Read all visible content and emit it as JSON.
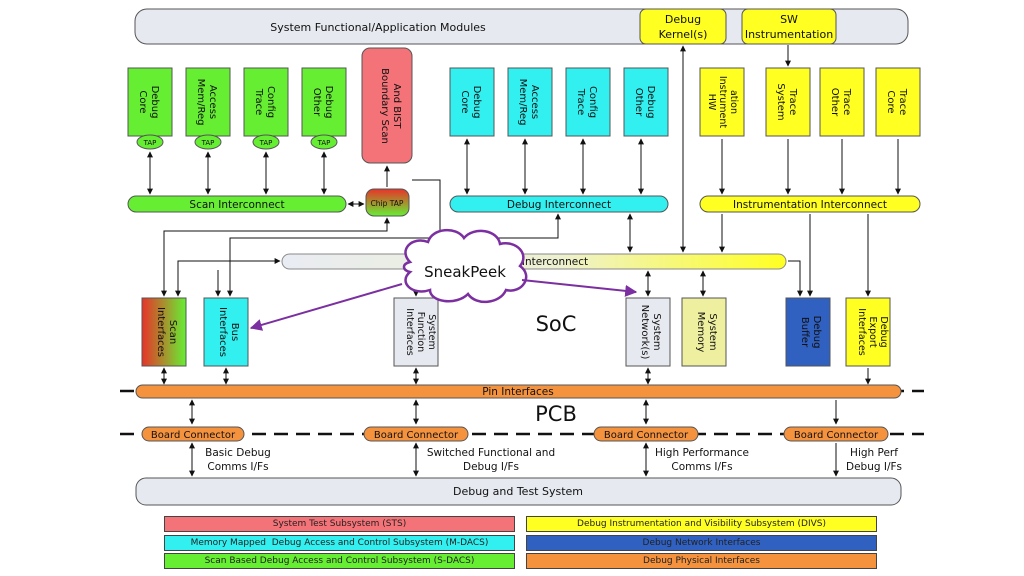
{
  "colors": {
    "sts": "#f47378",
    "mdacs": "#33f0f0",
    "sdacs": "#66ee33",
    "divs": "#ffff22",
    "dni": "#3060c0",
    "dpi": "#f5923e",
    "grey": "#e6e9f0",
    "sneakpeek_border": "#7b2fa0"
  },
  "top": {
    "system_modules": "System Functional/Application Modules",
    "debug_kernel": [
      "Debug",
      "Kernel(s)"
    ],
    "sw_instrumentation": [
      "SW",
      "Instrumentation"
    ]
  },
  "scan_group": {
    "blocks": [
      [
        "Core",
        "Debug"
      ],
      [
        "Mem/Reg",
        "Access"
      ],
      [
        "Trace",
        "Config"
      ],
      [
        "Other",
        "Debug"
      ]
    ],
    "tap": "TAP",
    "interconnect": "Scan Interconnect",
    "chip_tap": "Chip TAP"
  },
  "boundary_scan": [
    "Boundary Scan",
    "And BIST"
  ],
  "debug_group": {
    "blocks": [
      [
        "Core",
        "Debug"
      ],
      [
        "Mem/Reg",
        "Access"
      ],
      [
        "Trace",
        "Config"
      ],
      [
        "Other",
        "Debug"
      ]
    ],
    "interconnect": "Debug Interconnect"
  },
  "instr_group": {
    "blocks": [
      [
        "HW",
        "Instrument",
        "ation"
      ],
      [
        "System",
        "Trace"
      ],
      [
        "Other",
        "Trace"
      ],
      [
        "Core",
        "Trace"
      ]
    ],
    "interconnect": "Instrumentation Interconnect"
  },
  "interconnect": "Interconnect",
  "sneakpeek": "SneakPeek",
  "soc": "SoC",
  "pcb": "PCB",
  "soc_blocks": {
    "scan_interfaces": [
      "Scan",
      "Interfaces"
    ],
    "bus_interfaces": [
      "Bus",
      "Interfaces"
    ],
    "system_function_interfaces": [
      "System",
      "Function",
      "Interfaces"
    ],
    "system_networks": [
      "System",
      "Network(s)"
    ],
    "system_memory": [
      "System",
      "Memory"
    ],
    "debug_buffer": [
      "Debug",
      "Buffer"
    ],
    "debug_export_interfaces": [
      "Debug",
      "Export",
      "Interfaces"
    ]
  },
  "pin_interfaces": "Pin Interfaces",
  "board_connector": "Board Connector",
  "comms": [
    [
      "Basic Debug",
      "Comms I/Fs"
    ],
    [
      "Switched Functional and",
      "Debug I/Fs"
    ],
    [
      "High Performance",
      "Comms I/Fs"
    ],
    [
      "High Perf",
      "Debug I/Fs"
    ]
  ],
  "debug_test_system": "Debug and Test System",
  "legend": {
    "sts": "System Test Subsystem (STS)",
    "mdacs": "Memory Mapped  Debug Access and Control Subsystem (M-DACS)",
    "sdacs": "Scan Based Debug Access and Control Subsystem (S-DACS)",
    "divs": "Debug Instrumentation and Visibility Subsystem (DIVS)",
    "dni": "Debug Network Interfaces",
    "dpi": "Debug Physical Interfaces"
  }
}
